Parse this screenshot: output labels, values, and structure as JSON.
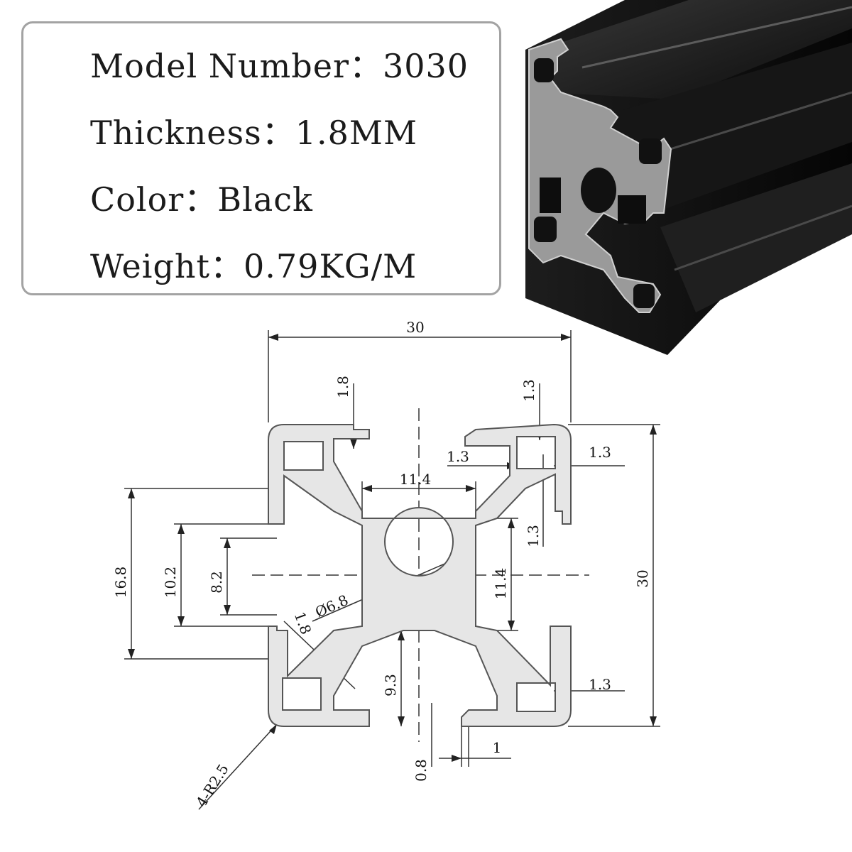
{
  "specs": {
    "model_label": "Model Number：",
    "model_value": "3030",
    "thickness_label": "Thickness：",
    "thickness_value": "1.8MM",
    "color_label": "Color：",
    "color_value": "Black",
    "weight_label": "Weight：",
    "weight_value": "0.79KG/M"
  },
  "dimensions": {
    "width_top": "30",
    "height_right": "30",
    "slot_wall_left": "1.8",
    "wall_top_right": "1.3",
    "left_1_3": "1.3",
    "right_1_3": "1.3",
    "vertical_1_3": "1.3",
    "center_width": "11.4",
    "center_height": "11.4",
    "height_16_8": "16.8",
    "height_10_2": "10.2",
    "height_8_2": "8.2",
    "center_hole": "Ø6.8",
    "diagonal_1_8": "1.8",
    "depth_9_3": "9.3",
    "bottom_right_1_3": "1.3",
    "lip_1": "1",
    "lip_0_8": "0.8",
    "corner_radius": "4-R2.5"
  },
  "colors": {
    "profile_fill": "#e6e6e6",
    "profile_stroke": "#555555",
    "product_black": "#111111"
  }
}
